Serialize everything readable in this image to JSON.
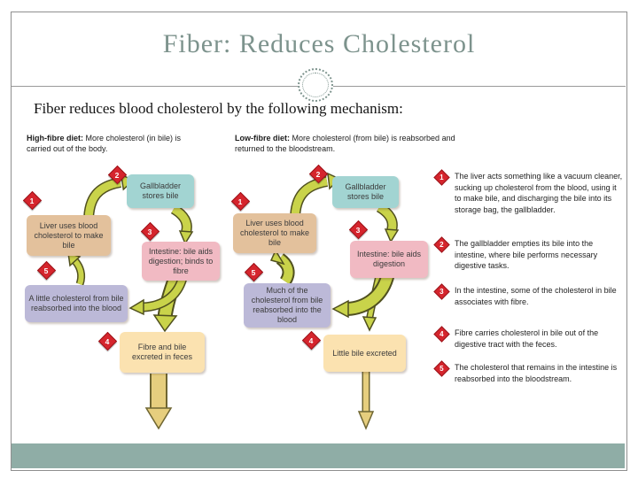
{
  "colors": {
    "accent_sage": "#7d938d",
    "footer_bar": "#8fada6",
    "diamond_red": "#d5252d",
    "box_teal": "#a2d4d2",
    "box_tan": "#e3c19c",
    "box_pink": "#f1bac3",
    "box_lavender": "#bcb9d8",
    "box_cream": "#fbe2b0",
    "arrow_green": "#c9d34a",
    "arrow_gold": "#e6ce7e"
  },
  "slide": {
    "title": "Fiber: Reduces Cholesterol",
    "subtitle": "Fiber reduces blood cholesterol by the following mechanism:"
  },
  "high_fibre": {
    "heading_bold": "High-fibre diet:",
    "heading_rest": " More cholesterol (in bile) is carried out of the body.",
    "liver": {
      "num": "1",
      "text": "Liver uses blood cholesterol to make bile"
    },
    "gallbladder": {
      "num": "2",
      "text": "Gallbladder stores bile"
    },
    "intestine": {
      "num": "3",
      "text": "Intestine: bile aids digestion; binds to fibre"
    },
    "reabsorbed": {
      "num": "5",
      "text": "A little cholesterol from bile reabsorbed into the blood"
    },
    "excreted": {
      "num": "4",
      "text": "Fibre and bile excreted in feces"
    }
  },
  "low_fibre": {
    "heading_bold": "Low-fibre diet:",
    "heading_rest": " More cholesterol (from bile) is reabsorbed and returned to the bloodstream.",
    "liver": {
      "num": "1",
      "text": "Liver uses blood cholesterol to make bile"
    },
    "gallbladder": {
      "num": "2",
      "text": "Gallbladder stores bile"
    },
    "intestine": {
      "num": "3",
      "text": "Intestine: bile aids digestion"
    },
    "reabsorbed": {
      "num": "5",
      "text": "Much of the cholesterol from bile reabsorbed into the blood"
    },
    "excreted": {
      "num": "4",
      "text": "Little bile excreted"
    }
  },
  "legend": [
    {
      "num": "1",
      "text": "The liver acts something like a vacuum cleaner, sucking up cholesterol from the blood, using it to make bile, and discharging the bile into its storage bag, the gallbladder."
    },
    {
      "num": "2",
      "text": "The gallbladder empties its bile into the intestine, where bile performs necessary digestive tasks."
    },
    {
      "num": "3",
      "text": "In the intestine, some of the cholesterol in bile associates with fibre."
    },
    {
      "num": "4",
      "text": "Fibre carries cholesterol in bile out of the digestive tract with the feces."
    },
    {
      "num": "5",
      "text": "The cholesterol that remains in the intestine is reabsorbed into the bloodstream."
    }
  ]
}
